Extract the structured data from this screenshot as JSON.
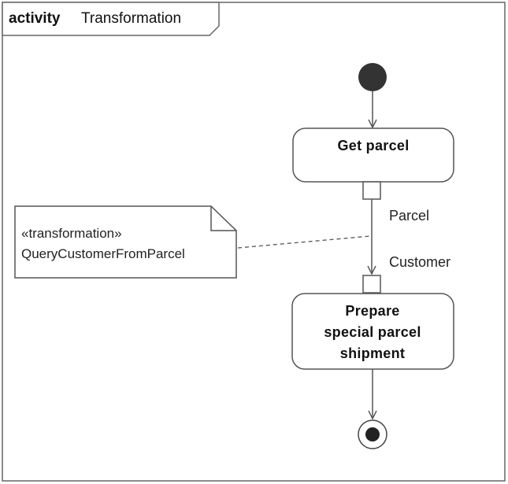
{
  "frame": {
    "keyword": "activity",
    "name": "Transformation"
  },
  "actions": [
    {
      "id": "get-parcel",
      "lines": [
        "Get parcel"
      ]
    },
    {
      "id": "prepare-shipment",
      "lines": [
        "Prepare",
        "special parcel",
        "shipment"
      ]
    }
  ],
  "pins": {
    "output_label": "Parcel",
    "input_label": "Customer"
  },
  "note": {
    "stereotype": "«transformation»",
    "name": "QueryCustomerFromParcel"
  },
  "colors": {
    "stroke": "#555555",
    "initial_node": "#333333",
    "final_node": "#222222"
  }
}
